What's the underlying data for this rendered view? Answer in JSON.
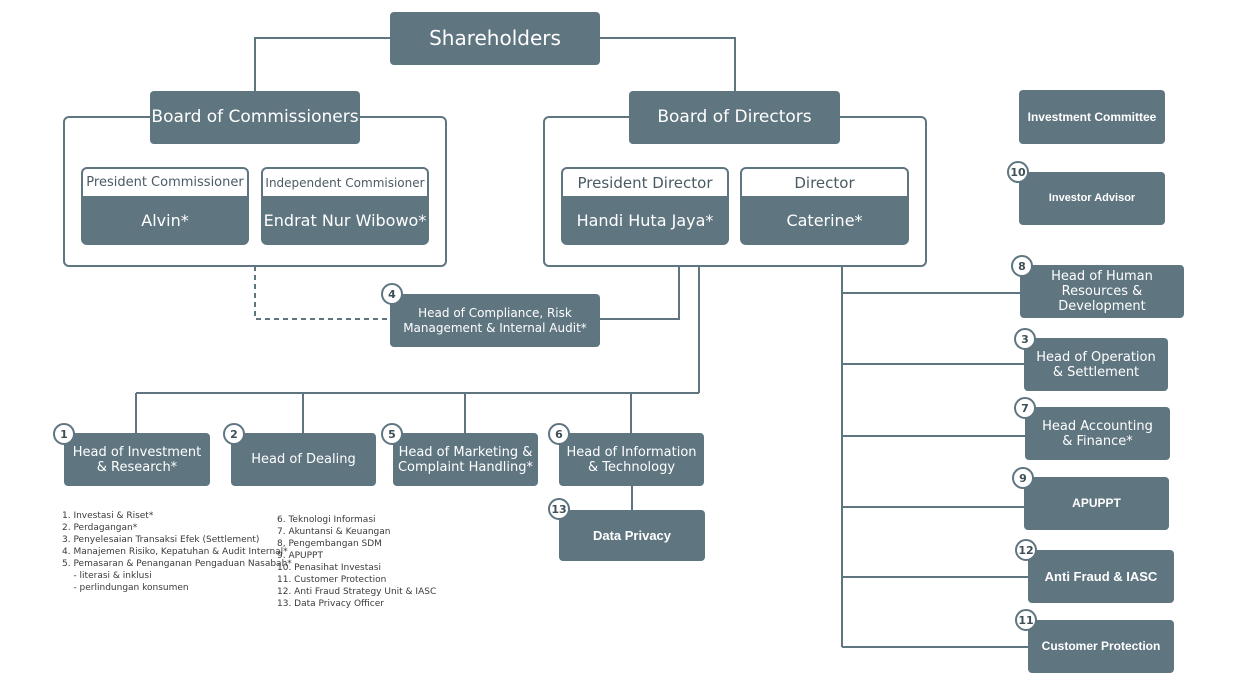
{
  "top": {
    "shareholders": "Shareholders"
  },
  "commissioners": {
    "title": "Board of Commissioners",
    "president": {
      "role": "President Commissioner",
      "name": "Alvin*"
    },
    "independent": {
      "role": "Independent Commisioner",
      "name": "Endrat Nur Wibowo*"
    }
  },
  "directors": {
    "title": "Board of Directors",
    "president": {
      "role": "President Director",
      "name": "Handi Huta Jaya*"
    },
    "director": {
      "role": "Director",
      "name": "Caterine*"
    }
  },
  "compliance": {
    "num": "4",
    "label": "Head of Compliance, Risk\nManagement & Internal Audit*"
  },
  "bottom": [
    {
      "num": "1",
      "label": "Head of Investment\n& Research*"
    },
    {
      "num": "2",
      "label": "Head of Dealing"
    },
    {
      "num": "5",
      "label": "Head of Marketing &\nComplaint Handling*"
    },
    {
      "num": "6",
      "label": "Head of Information\n& Technology"
    }
  ],
  "data_privacy": {
    "num": "13",
    "label": "Data Privacy"
  },
  "right_top": [
    {
      "label": "Investment Committee"
    },
    {
      "num": "10",
      "label": "Investor Advisor"
    }
  ],
  "right": [
    {
      "num": "8",
      "label": "Head of Human\nResources & Development"
    },
    {
      "num": "3",
      "label": "Head of Operation\n& Settlement"
    },
    {
      "num": "7",
      "label": "Head Accounting\n& Finance*"
    },
    {
      "num": "9",
      "label": "APUPPT"
    },
    {
      "num": "12",
      "label": "Anti Fraud & IASC"
    },
    {
      "num": "11",
      "label": "Customer Protection"
    }
  ],
  "legend_left": [
    "1. Investasi & Riset*",
    "2. Perdagangan*",
    "3. Penyelesaian Transaksi Efek (Settlement)",
    "4. Manajemen Risiko, Kepatuhan & Audit Internal*",
    "5. Pemasaran & Penanganan Pengaduan Nasabah*",
    "    - literasi & inklusi",
    "    - perlindungan konsumen"
  ],
  "legend_right": [
    "6. Teknologi Informasi",
    "7. Akuntansi & Keuangan",
    "8, Pengembangan SDM",
    "9. APUPPT",
    "10. Penasihat Investasi",
    "11. Customer Protection",
    "12. Anti Fraud Strategy Unit & IASC",
    "13. Data Privacy Officer"
  ],
  "colors": {
    "node": "#5f7580",
    "line": "#5f7580",
    "background": "#ffffff"
  }
}
